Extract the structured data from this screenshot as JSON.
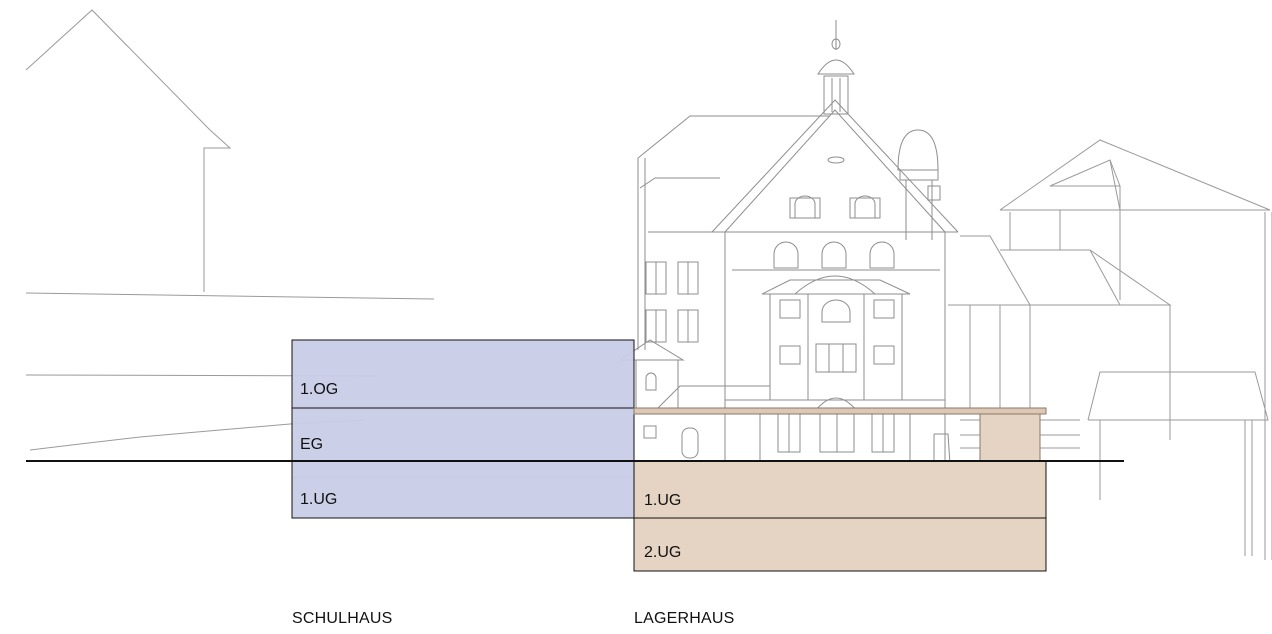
{
  "colors": {
    "schulhaus_fill": "#c8cce6",
    "lagerhaus_fill": "#e5d4c4",
    "lagerhaus_slab": "#dcc8b4",
    "sketch_line": "#9a9a9a",
    "outline": "#111111"
  },
  "buildings": [
    {
      "caption": "SCHULHAUS",
      "floors": [
        "1.OG",
        "EG",
        "1.UG"
      ]
    },
    {
      "caption": "LAGERHAUS",
      "floors": [
        "1.UG",
        "2.UG"
      ]
    }
  ]
}
